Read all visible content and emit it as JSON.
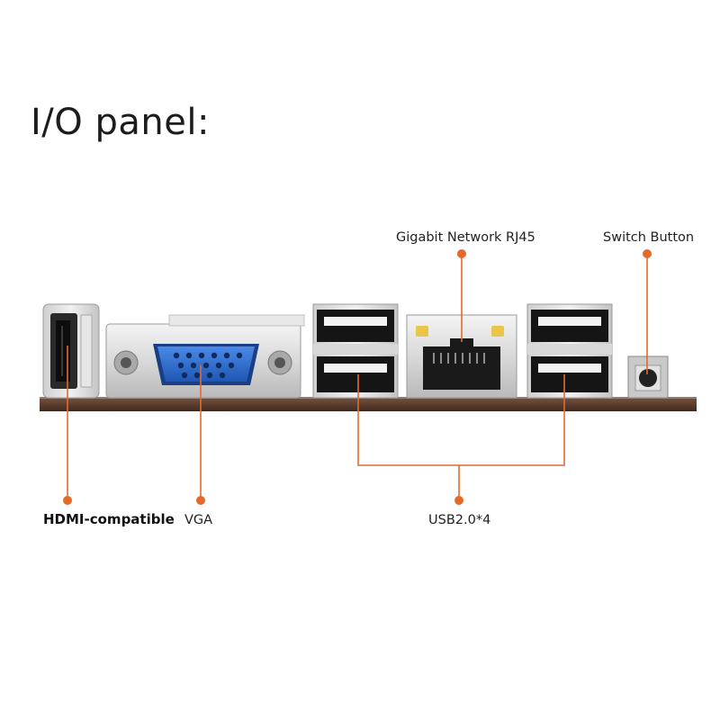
{
  "title": "I/O panel:",
  "labels": {
    "gigabit": "Gigabit Network RJ45",
    "switch": "Switch Button",
    "hdmi": "HDMI-compatible",
    "vga": "VGA",
    "usb": "USB2.0*4"
  },
  "colors": {
    "callout": "#e46a2c",
    "vga_connector": "#2f6fd0",
    "pcb": "#5a3c2c"
  }
}
